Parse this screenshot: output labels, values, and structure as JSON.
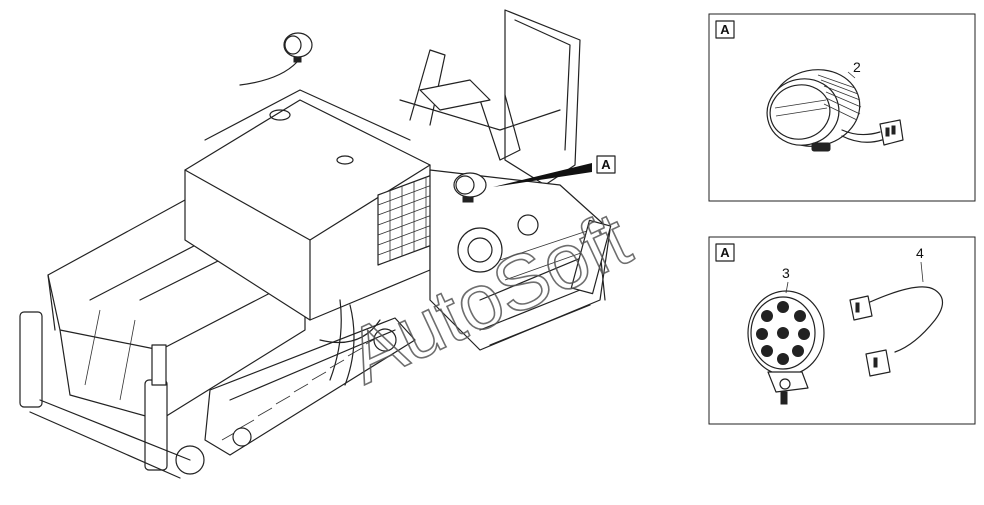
{
  "detail_tag": "A",
  "callouts": {
    "p2": "2",
    "p3": "3",
    "p4": "4"
  },
  "watermark": "AutoSoft",
  "colors": {
    "line": "#222222",
    "background": "#ffffff"
  }
}
